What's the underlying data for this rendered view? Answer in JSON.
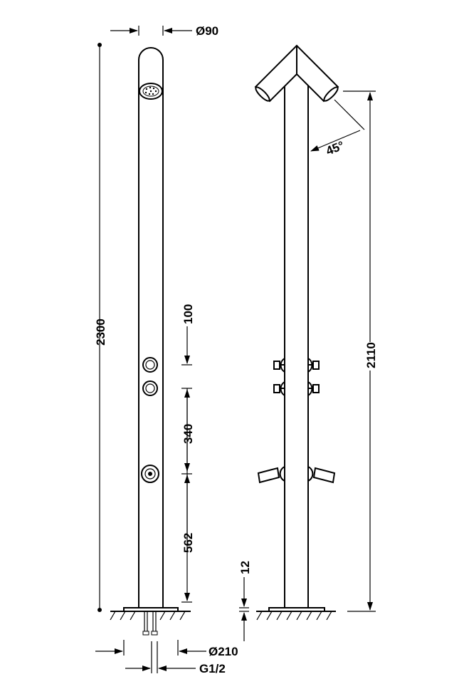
{
  "dimensions": {
    "column_diameter": "Ø90",
    "total_height": "2300",
    "segment_top": "100",
    "segment_mid": "340",
    "segment_low": "562",
    "base_thickness": "12",
    "base_diameter": "Ø210",
    "connection": "G1/2",
    "head_height": "2110",
    "head_angle": "45°"
  }
}
